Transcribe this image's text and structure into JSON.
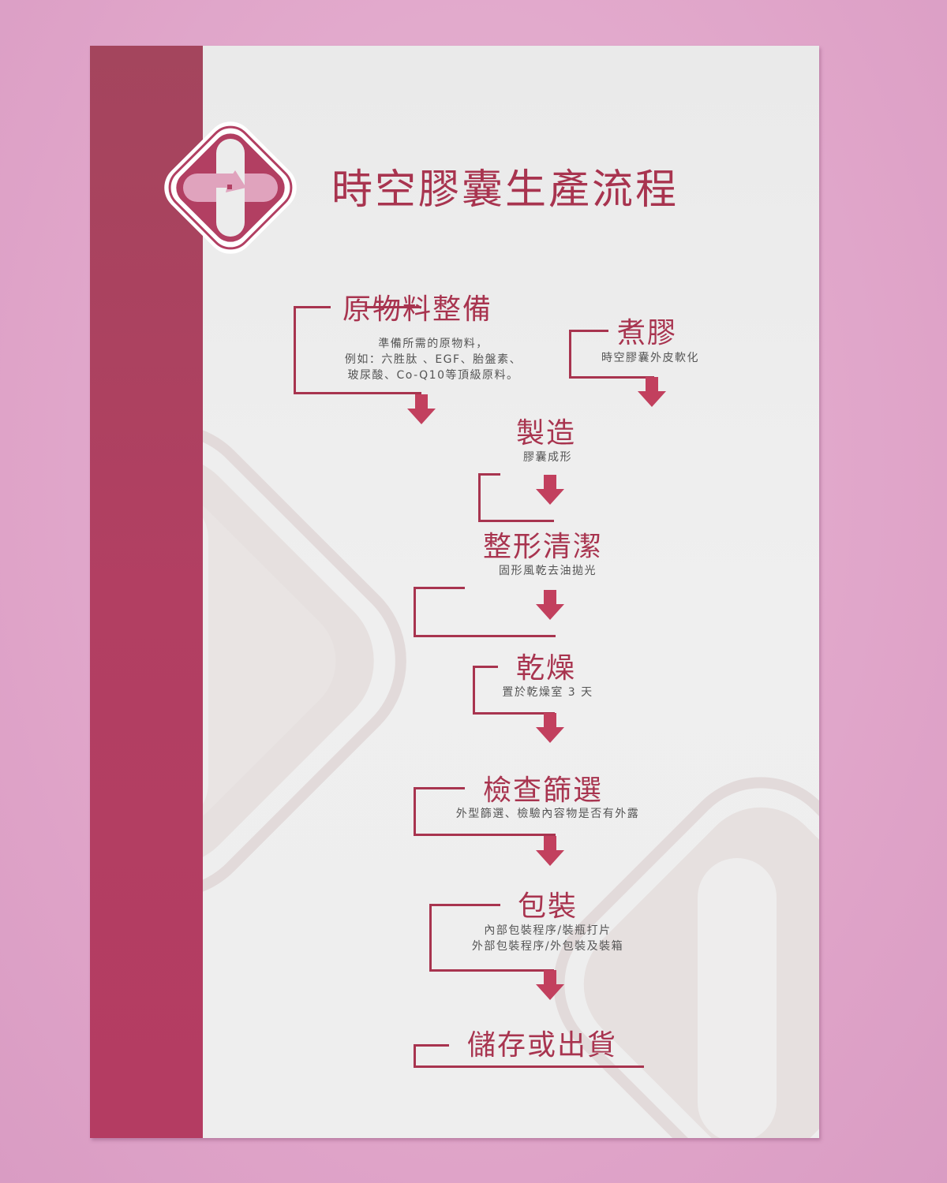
{
  "poster": {
    "title": "時空膠囊生產流程",
    "logo_icon": "capsule-cross-diamond-logo",
    "colors": {
      "wall": "#e2a9cc",
      "board": "#ececec",
      "band": "#b23f62",
      "accent": "#a8344f",
      "body_text": "#555555",
      "logo_pink": "#e0a3bd",
      "watermark": "#e3dcdc"
    }
  },
  "steps": [
    {
      "title": "原物料整備",
      "desc_lines": [
        "準備所需的原物料，",
        "例如：六胜肽 、EGF、胎盤素、",
        "玻尿酸、Co-Q10等頂級原料。"
      ]
    },
    {
      "title": "煮膠",
      "desc_lines": [
        "時空膠囊外皮軟化"
      ]
    },
    {
      "title": "製造",
      "desc_lines": [
        "膠囊成形"
      ]
    },
    {
      "title": "整形清潔",
      "desc_lines": [
        "固形風乾去油拋光"
      ]
    },
    {
      "title": "乾燥",
      "desc_lines": [
        "置於乾燥室 3 天"
      ]
    },
    {
      "title": "檢查篩選",
      "desc_lines": [
        "外型篩選、檢驗內容物是否有外露"
      ]
    },
    {
      "title": "包裝",
      "desc_lines": [
        "內部包裝程序/裝瓶打片",
        "外部包裝程序/外包裝及裝箱"
      ]
    },
    {
      "title": "儲存或出貨",
      "desc_lines": []
    }
  ]
}
